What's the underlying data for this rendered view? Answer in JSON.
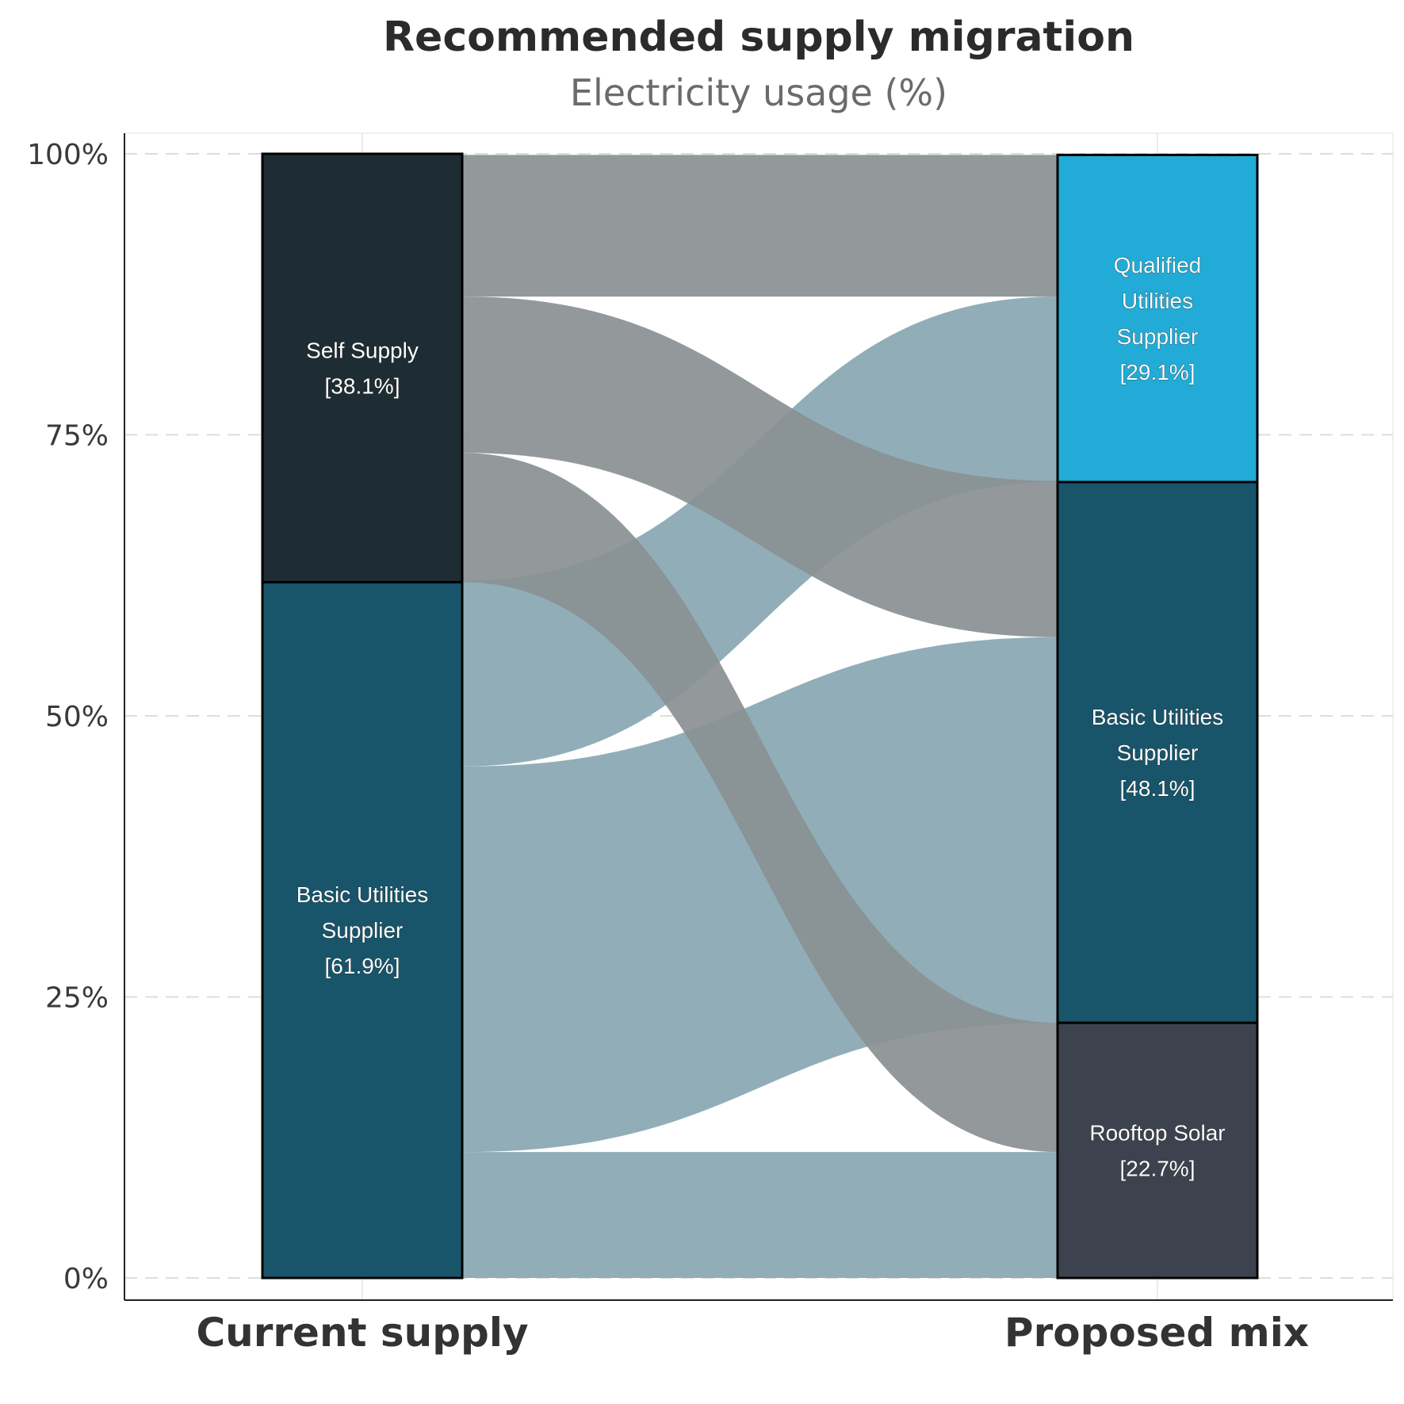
{
  "chart_data": {
    "type": "sankey",
    "title": "Recommended supply migration",
    "subtitle": "Electricity usage (%)",
    "axes": [
      "Current supply",
      "Proposed mix"
    ],
    "y_ticks": [
      "0%",
      "25%",
      "50%",
      "75%",
      "100%"
    ],
    "ylim": [
      0,
      100
    ],
    "grid": true,
    "current_supply": [
      {
        "name": "Basic Utilities Supplier",
        "label": "Basic Utilities\nSupplier\n[61.9%]",
        "value": 61.9,
        "color": "#18556b"
      },
      {
        "name": "Self Supply",
        "label": "Self Supply\n[38.1%]",
        "value": 38.1,
        "color": "#1e2d33"
      }
    ],
    "proposed_mix": [
      {
        "name": "Rooftop Solar",
        "label": "Rooftop Solar\n[22.7%]",
        "value": 22.7,
        "color": "#3c434e"
      },
      {
        "name": "Basic Utilities Supplier",
        "label": "Basic Utilities\nSupplier\n[48.1%]",
        "value": 48.1,
        "color": "#18556b"
      },
      {
        "name": "Qualified Utilities Supplier",
        "label": "Qualified\nUtilities\nSupplier\n[29.1%]",
        "value": 29.1,
        "color": "#21abd6"
      }
    ],
    "flows": [
      {
        "from": "Basic Utilities Supplier",
        "to": "Rooftop Solar",
        "value": 11.2
      },
      {
        "from": "Basic Utilities Supplier",
        "to": "Basic Utilities Supplier",
        "value": 34.3
      },
      {
        "from": "Basic Utilities Supplier",
        "to": "Qualified Utilities Supplier",
        "value": 16.5
      },
      {
        "from": "Self Supply",
        "to": "Rooftop Solar",
        "value": 11.5
      },
      {
        "from": "Self Supply",
        "to": "Basic Utilities Supplier",
        "value": 13.9
      },
      {
        "from": "Self Supply",
        "to": "Qualified Utilities Supplier",
        "value": 12.6
      }
    ],
    "flow_colors": {
      "Basic Utilities Supplier": "#88a7b2",
      "Self Supply": "#8a9092"
    }
  }
}
